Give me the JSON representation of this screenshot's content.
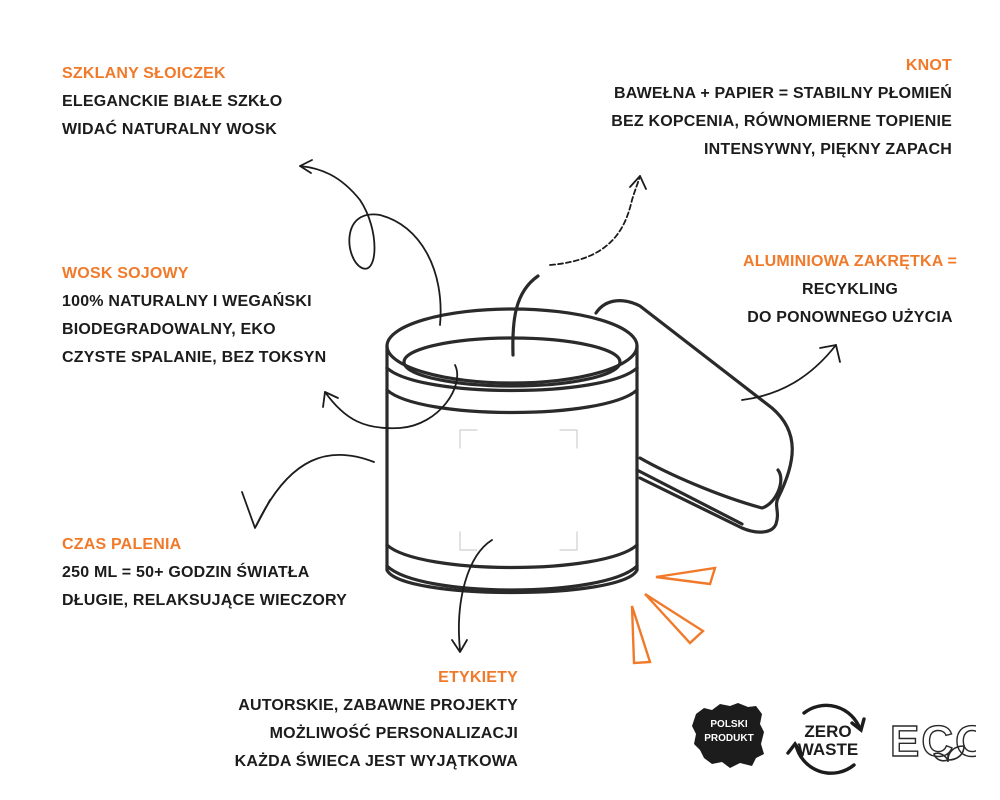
{
  "sections": {
    "jar": {
      "title": "SZKLANY SŁOICZEK",
      "lines": [
        "ELEGANCKIE BIAŁE SZKŁO",
        "WIDAĆ NATURALNY WOSK"
      ]
    },
    "wick": {
      "title": "KNOT",
      "lines": [
        "BAWEŁNA + PAPIER = STABILNY PŁOMIEŃ",
        "BEZ KOPCENIA, RÓWNOMIERNE TOPIENIE",
        "INTENSYWNY, PIĘKNY ZAPACH"
      ]
    },
    "wax": {
      "title": "WOSK SOJOWY",
      "lines": [
        "100% NATURALNY I WEGAŃSKI",
        "BIODEGRADOWALNY, EKO",
        "CZYSTE SPALANIE, BEZ TOKSYN"
      ]
    },
    "lid": {
      "title": "ALUMINIOWA ZAKRĘTKA =",
      "lines": [
        "RECYKLING",
        "DO PONOWNEGO UŻYCIA"
      ]
    },
    "burn": {
      "title": "CZAS PALENIA",
      "lines": [
        "250 ML = 50+ GODZIN ŚWIATŁA",
        "DŁUGIE, RELAKSUJĄCE WIECZORY"
      ]
    },
    "labels": {
      "title": "ETYKIETY",
      "lines": [
        "AUTORSKIE, ZABAWNE PROJEKTY",
        "MOŻLIWOŚĆ PERSONALIZACJI",
        "KAŻDA ŚWIECA JEST WYJĄTKOWA"
      ]
    }
  },
  "badges": {
    "polish_product": [
      "POLSKI",
      "PRODUKT"
    ],
    "zero_waste": [
      "ZERO",
      "WASTE"
    ],
    "eco": "ECO"
  },
  "colors": {
    "accent": "#f07a2a",
    "ink": "#1c1c1c",
    "outline": "#2a2a2a"
  }
}
